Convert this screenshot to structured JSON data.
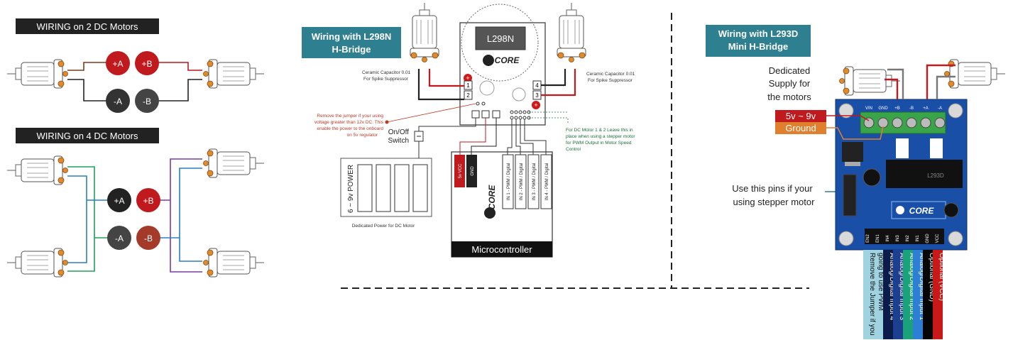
{
  "panel1": {
    "title_2dc": "WIRING on 2 DC Motors",
    "title_4dc": "WIRING on 4 DC Motors",
    "terminals": {
      "pa": "+A",
      "pb": "+B",
      "na": "-A",
      "nb": "-B"
    }
  },
  "panel2": {
    "title_line1": "Wiring with L298N",
    "title_line2": "H-Bridge",
    "chip": "L298N",
    "brand": "CORE",
    "cap_left_line1": "Ceramic Capacitor 0.01",
    "cap_left_line2": "For Spike Suppressor",
    "cap_right_line1": "Ceramic Capacitor 0.01",
    "cap_right_line2": "For Spike Suppressor",
    "jumper_note_line1": "Remove the jumper if your using",
    "jumper_note_line2": "voltage greater than 12v DC. This",
    "jumper_note_line3": "enable the power to the onboard",
    "jumper_note_line4": "on 5v regulator",
    "switch_line1": "On/Off",
    "switch_line2": "Switch",
    "pwm_note_line1": "For DC Motor 1 & 2 Leave this in",
    "pwm_note_line2": "place  when using a stepper motor",
    "pwm_note_line3": "for PWM Output in Motor Speed",
    "pwm_note_line4": "Control",
    "battery_label": "6 ~ 9v POWER",
    "battery_caption": "Dedicated Power for DC Motor",
    "mcu_label": "Microcontroller",
    "mcu_pins": [
      "5v VCC",
      "GND",
      "IN 1 - PWM / Digital",
      "IN 2 - PWM / Digital",
      "IN 3 - PWM / Digital",
      "IN 4 - PWM / Digital"
    ],
    "mcu_brand": "CORE",
    "terminal_labels": [
      "1",
      "2",
      "3",
      "4"
    ]
  },
  "panel3": {
    "title_line1": "Wiring with L293D",
    "title_line2": "Mini H-Bridge",
    "supply_line1": "Dedicated",
    "supply_line2": "Supply for",
    "supply_line3": "the motors",
    "voltage_label": "5v ~ 9v",
    "ground_label": "Ground",
    "stepper_line1": "Use this pins if your",
    "stepper_line2": "using stepper motor",
    "board_chip": "L293D",
    "board_brand": "CORE",
    "bottom_labels": [
      {
        "text": "Remove the Jumper if you",
        "text2": "going to use PWM",
        "color": "#9fd3df",
        "fg": "#111111"
      },
      {
        "text": "Analog/Digital Input 4",
        "color": "#0b1c4a",
        "fg": "#ffffff"
      },
      {
        "text": "Analog/Digital Input 3",
        "color": "#1d3f8f",
        "fg": "#ffffff"
      },
      {
        "text": "Analog/Digital Input 2",
        "color": "#1aa37a",
        "fg": "#ffffff"
      },
      {
        "text": "Analog/Digital Input 1",
        "color": "#2c7fd4",
        "fg": "#ffffff"
      },
      {
        "text": "Optional (GND)",
        "color": "#050505",
        "fg": "#ffffff"
      },
      {
        "text": "Optional (VCC)",
        "color": "#c81818",
        "fg": "#ffffff"
      }
    ],
    "header_pins": [
      "VIN",
      "GND",
      "+B",
      "-B",
      "+A",
      "-A"
    ],
    "bottom_pins": [
      "EN2",
      "EN1",
      "IN4",
      "IN3",
      "IN2",
      "IN1",
      "GND",
      "VCC"
    ]
  },
  "colors": {
    "red": "#c0191e",
    "dark": "#333333",
    "teal": "#2e7f8f",
    "board_blue": "#1a4fa8",
    "orange": "#e0802e",
    "green_wire": "#21a05a",
    "blue_wire": "#2a7fc0",
    "purple_wire": "#7a3aa5",
    "brown_wire": "#7b3a1a"
  }
}
